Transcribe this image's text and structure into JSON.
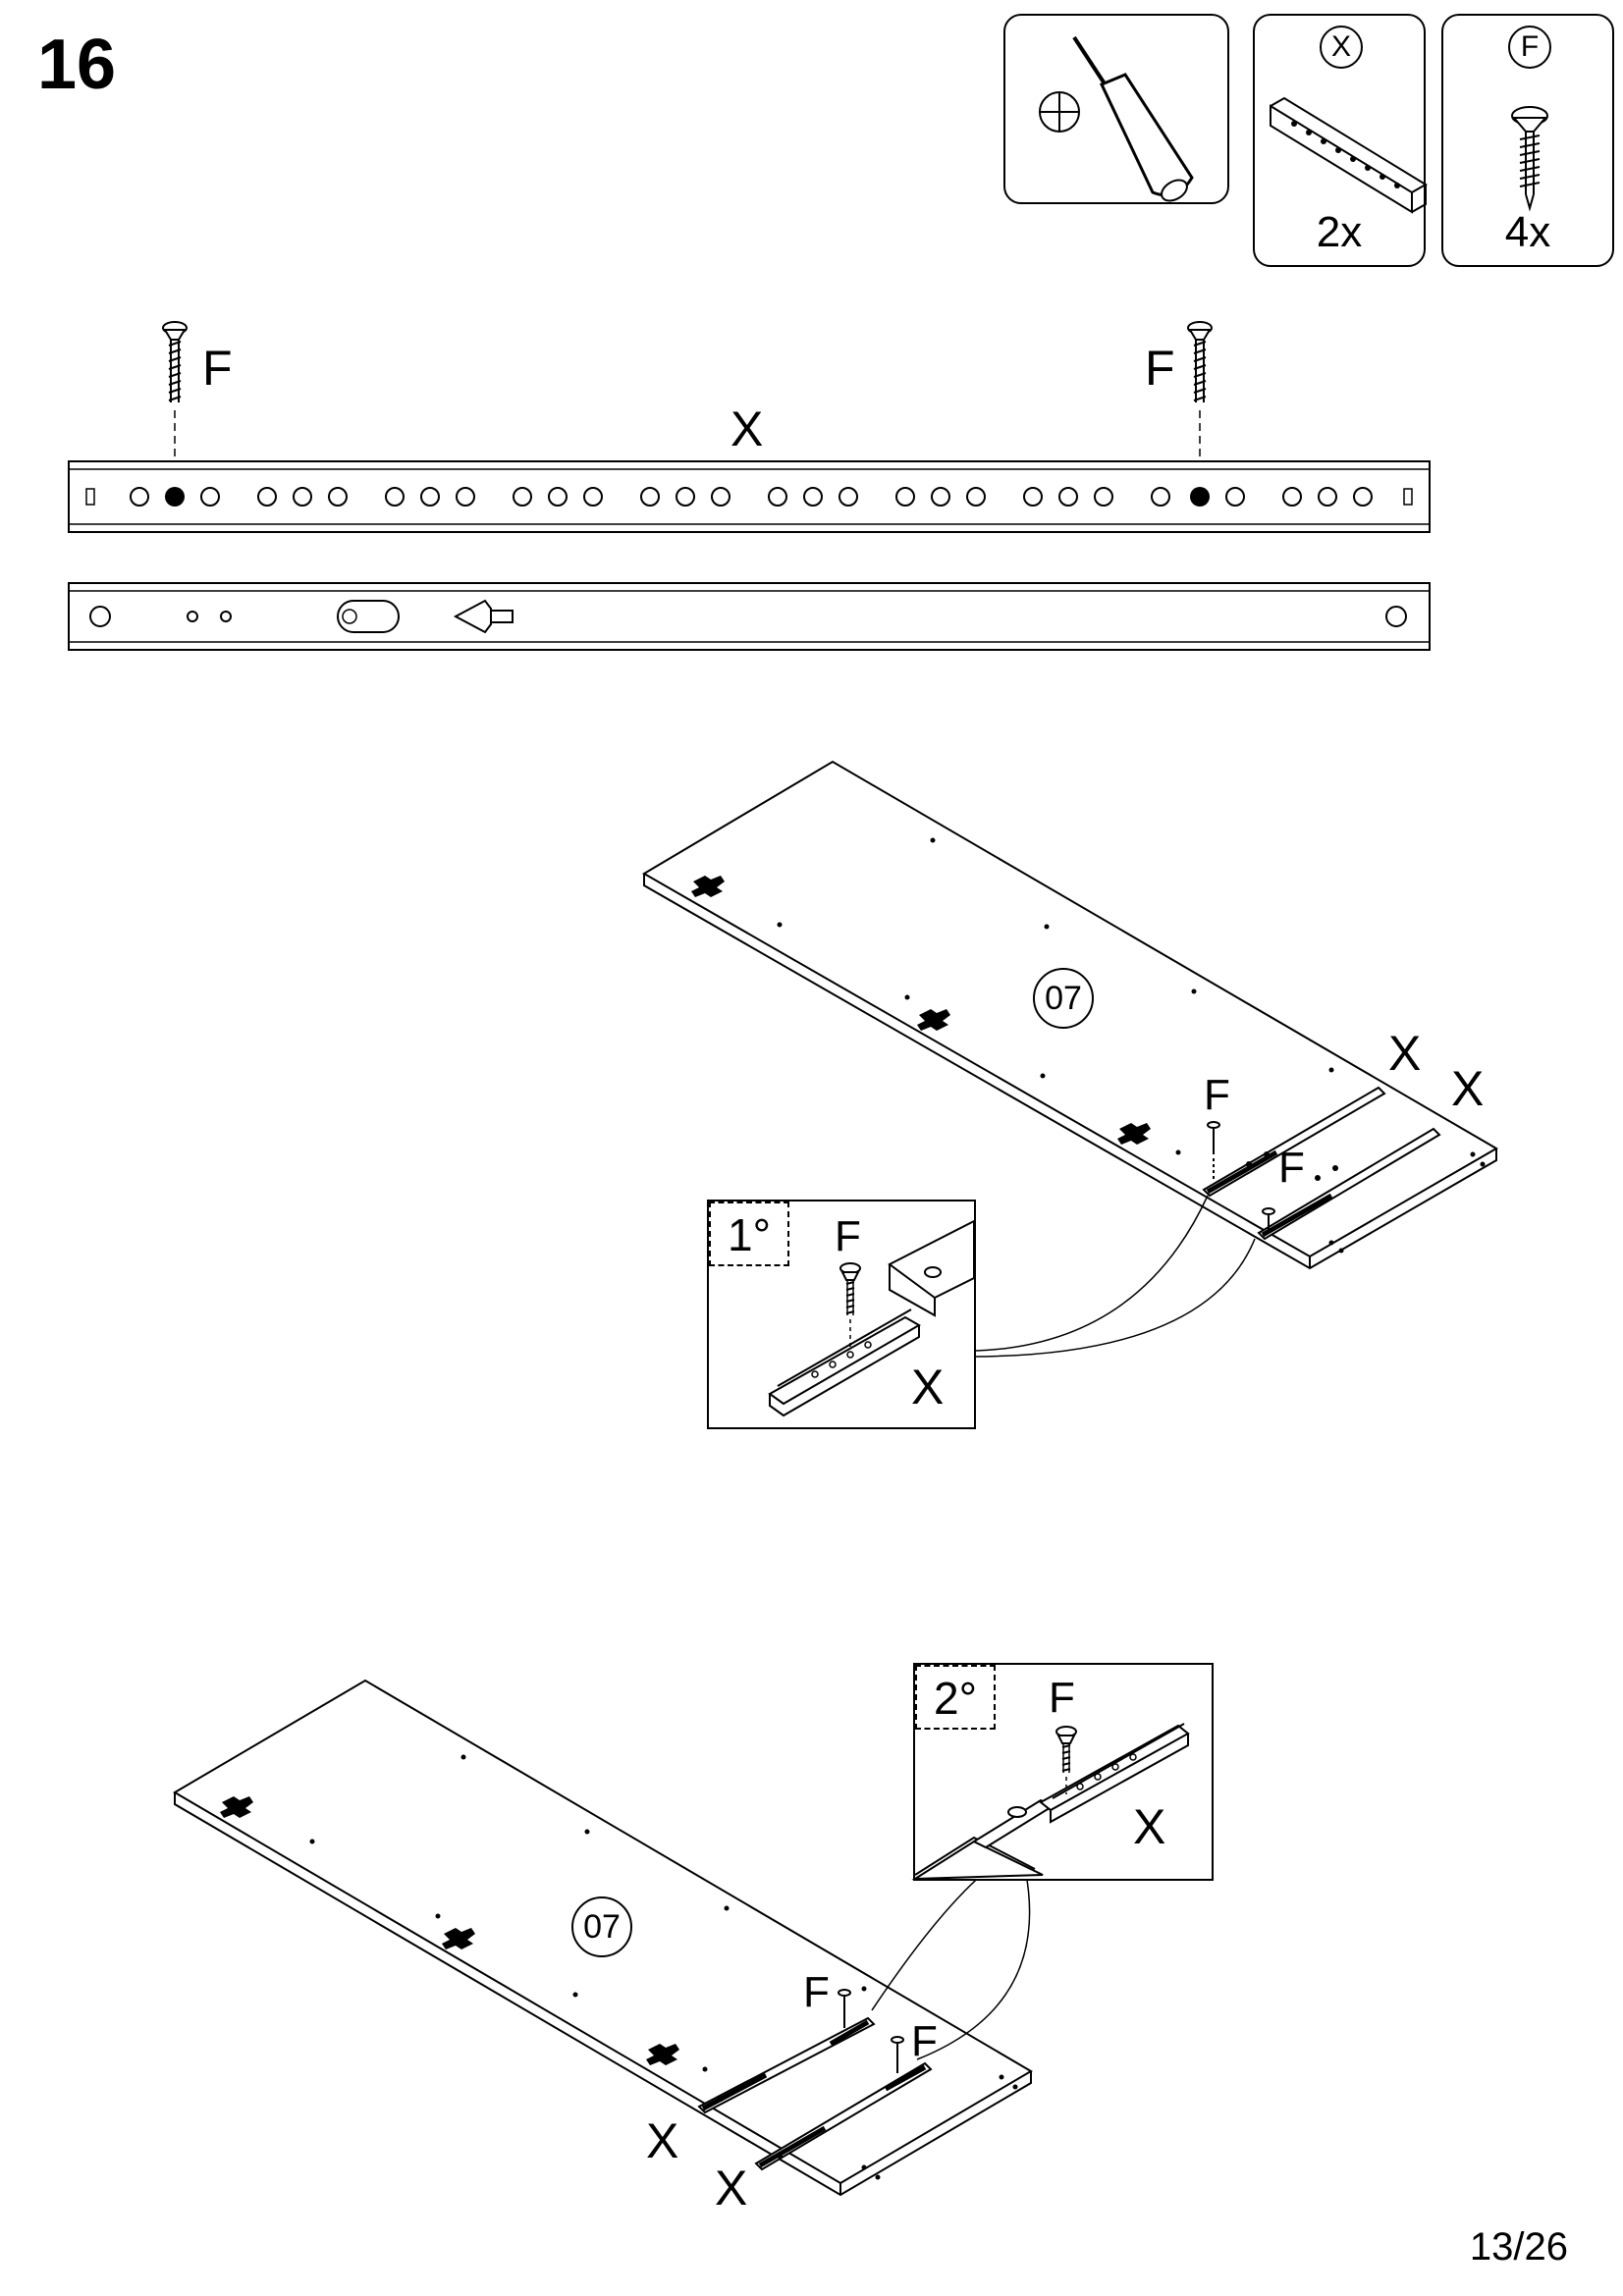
{
  "step": {
    "number": "16"
  },
  "parts": {
    "tool_icon": "screwdriver-icon",
    "rail": {
      "letter": "X",
      "qty": "2x"
    },
    "screw": {
      "letter": "F",
      "qty": "4x"
    }
  },
  "rail_diagram": {
    "rail_label": "X",
    "screw_left_label": "F",
    "screw_right_label": "F"
  },
  "assembly_1": {
    "panel_label": "07",
    "rail_labels": [
      "X",
      "X"
    ],
    "screw_labels": [
      "F",
      "F"
    ],
    "detail": {
      "sub_step": "1°",
      "screw_label": "F",
      "rail_label": "X"
    }
  },
  "assembly_2": {
    "panel_label": "07",
    "rail_labels": [
      "X",
      "X"
    ],
    "screw_labels": [
      "F",
      "F"
    ],
    "detail": {
      "sub_step": "2°",
      "screw_label": "F",
      "rail_label": "X"
    }
  },
  "page": {
    "number": "13/26"
  }
}
